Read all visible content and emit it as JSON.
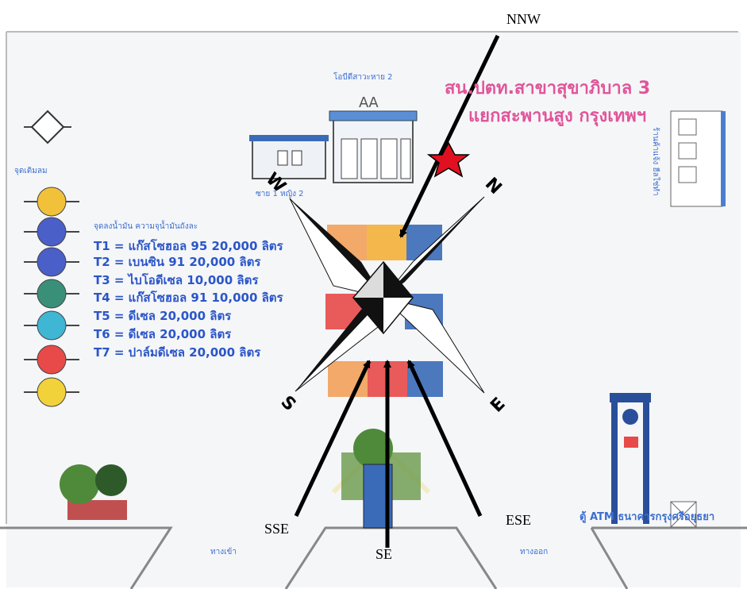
{
  "station": {
    "title_line1": "สน.ปตท.สาขาสุขาภิบาล 3",
    "title_line2": "แยกสะพานสูง กรุงเทพฯ"
  },
  "labels": {
    "shop_top": "โอบีดีสาวะหาย 2",
    "pump_left": "จุดเติมลม",
    "zone": "ซาย 1 หญิง 2",
    "right_building": "ร้านค้าแจ้ง ฮีลใช่ทำ",
    "atm": "ตู้ ATM ธนาคารกรุงศรีอยุธยา",
    "entrance": "ทางเข้า",
    "exit": "ทางออก"
  },
  "tank_legend": {
    "header": "จุดลงน้ำมัน ความจุน้ำมันถังละ",
    "items": [
      {
        "code": "T1",
        "text": "T1 = แก๊สโซฮอล 95 20,000 ลิตร",
        "color": "#4a5fc8"
      },
      {
        "code": "T2",
        "text": "T2 = เบนซิน 91 20,000 ลิตร",
        "color": "#4a5fc8"
      },
      {
        "code": "T3",
        "text": "T3 = ไบโอดีเซล 10,000 ลิตร",
        "color": "#3a8f78"
      },
      {
        "code": "T4",
        "text": "T4 = แก๊สโซฮอล 91 10,000 ลิตร",
        "color": "#3fb6d4"
      },
      {
        "code": "T5",
        "text": "T5 = ดีเซล 20,000 ลิตร",
        "color": "#e84a4a"
      },
      {
        "code": "T6",
        "text": "T6 = ดีเซล 20,000 ลิตร",
        "color": "#f2d23a"
      },
      {
        "code": "T7",
        "text": "T7 = ปาล์มดีเซล 20,000 ลิตร",
        "color": ""
      }
    ],
    "top_circle_color": "#f2c13a",
    "last_circle_color": "#f2d23a"
  },
  "compass": {
    "N": "N",
    "E": "E",
    "S": "S",
    "W": "W"
  },
  "directions": {
    "nnw": "NNW",
    "sse": "SSE",
    "se": "SE",
    "ese": "ESE"
  },
  "colors": {
    "star": "#e01020",
    "title_pink": "#e0559a",
    "legend_blue": "#2b56c9"
  }
}
